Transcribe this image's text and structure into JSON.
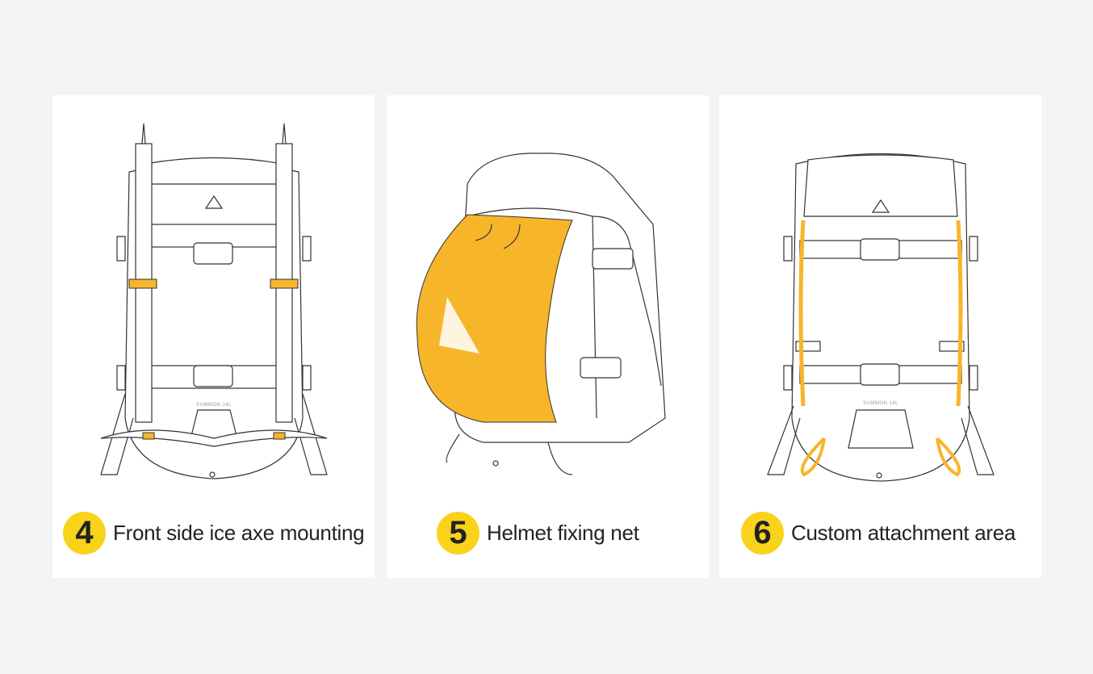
{
  "features": [
    {
      "number": "4",
      "label": "Front side ice axe mounting",
      "model_text": "SUMMON 14L"
    },
    {
      "number": "5",
      "label": "Helmet fixing net"
    },
    {
      "number": "6",
      "label": "Custom attachment area",
      "model_text": "SUMMON 14L"
    }
  ],
  "colors": {
    "accent": "#f9d21a",
    "strap": "#f7b52a",
    "background": "#f4f4f4"
  }
}
